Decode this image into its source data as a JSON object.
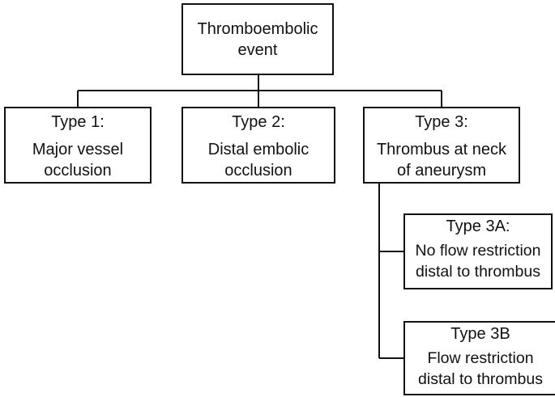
{
  "root": {
    "lines": [
      "Thromboembolic",
      "event"
    ]
  },
  "type1": {
    "heading": "Type 1:",
    "lines": [
      "Major vessel",
      "occlusion"
    ]
  },
  "type2": {
    "heading": "Type 2:",
    "lines": [
      "Distal embolic",
      "occlusion"
    ]
  },
  "type3": {
    "heading": "Type 3:",
    "lines": [
      "Thrombus at neck",
      "of aneurysm"
    ]
  },
  "type3a": {
    "heading": "Type 3A:",
    "lines": [
      "No flow restriction",
      "distal to thrombus"
    ]
  },
  "type3b": {
    "heading": "Type 3B",
    "lines": [
      "Flow restriction",
      "distal to thrombus"
    ]
  }
}
